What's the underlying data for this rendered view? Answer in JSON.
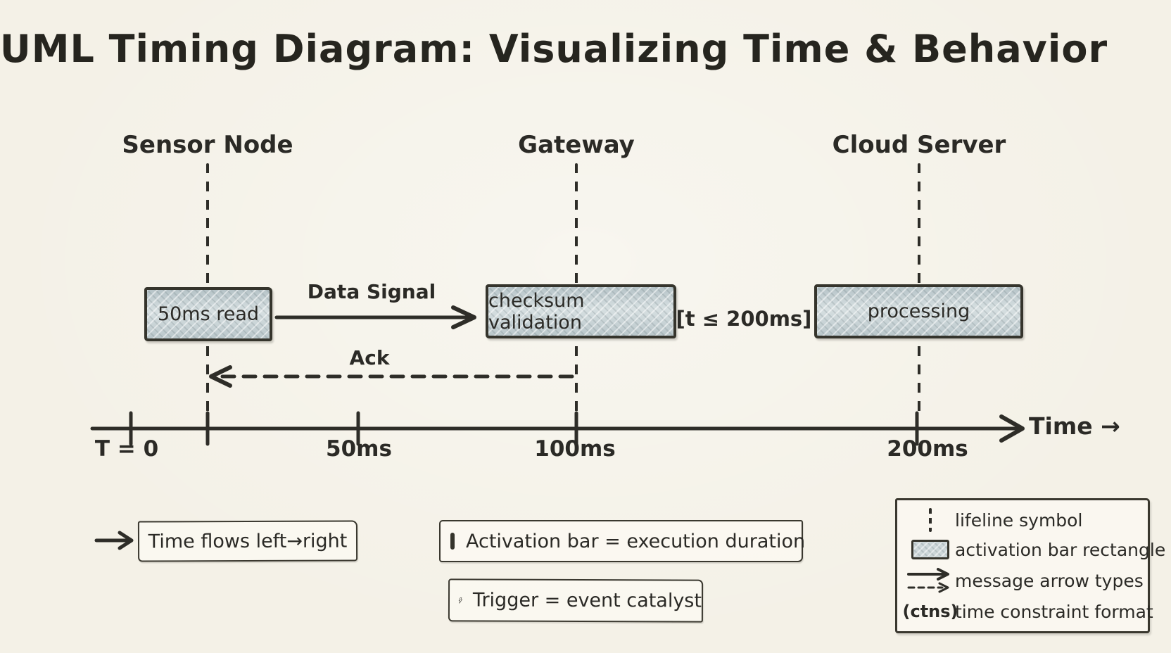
{
  "title": "UML Timing Diagram: Visualizing Time & Behavior",
  "lifelines": [
    {
      "name": "Sensor Node",
      "activation": "50ms read"
    },
    {
      "name": "Gateway",
      "activation": "checksum validation"
    },
    {
      "name": "Cloud Server",
      "activation": "processing"
    }
  ],
  "messages": {
    "data_signal": "Data Signal",
    "ack": "Ack"
  },
  "constraint": "[t ≤ 200ms]",
  "timeline": {
    "tick_labels": [
      "T = 0",
      "50ms",
      "100ms",
      "200ms"
    ],
    "axis_label": "Time →"
  },
  "legend": {
    "time_flow": "Time flows left→right",
    "activation": "Activation bar = execution duration",
    "trigger": "Trigger = event catalyst",
    "panel": {
      "constraint_icon": "(ctns)",
      "rows": [
        "lifeline symbol",
        "activation bar rectangle",
        "message arrow types",
        "time constraint format"
      ]
    }
  },
  "colors": {
    "background": "#f4f1e7",
    "ink": "#2b2a26",
    "activation_fill": "#ccd6d8"
  }
}
